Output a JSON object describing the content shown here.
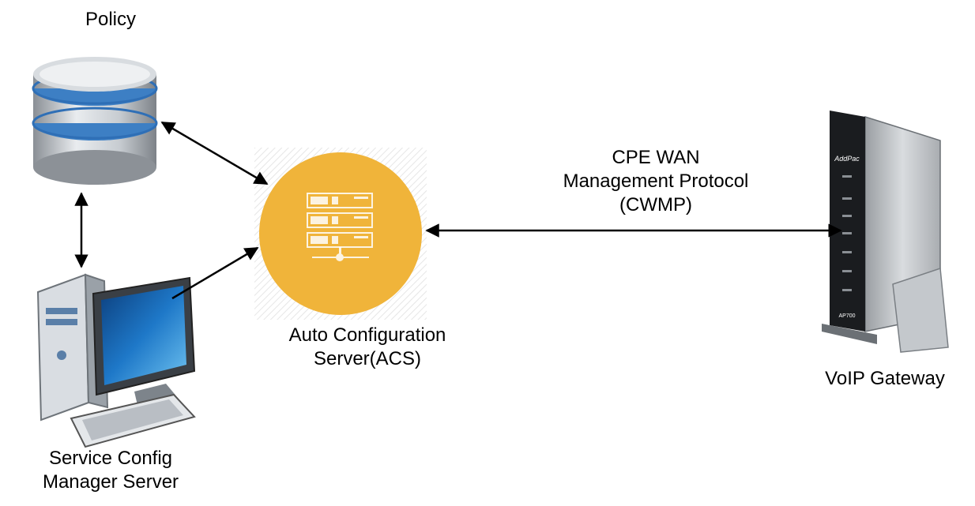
{
  "nodes": {
    "policy": {
      "label": "Policy",
      "icon": "database-icon"
    },
    "acs": {
      "label_line1": "Auto Configuration",
      "label_line2": "Server(ACS)",
      "icon": "server-rack-icon",
      "color": "#f0b43a"
    },
    "gateway": {
      "label": "VoIP Gateway",
      "icon": "voip-gateway-device-icon",
      "brand": "AddPac",
      "model": "AP700"
    },
    "manager": {
      "label_line1": "Service Config",
      "label_line2": "Manager Server",
      "icon": "desktop-computer-icon"
    }
  },
  "link": {
    "line1": "CPE WAN",
    "line2": "Management Protocol",
    "line3": "(CWMP)"
  }
}
